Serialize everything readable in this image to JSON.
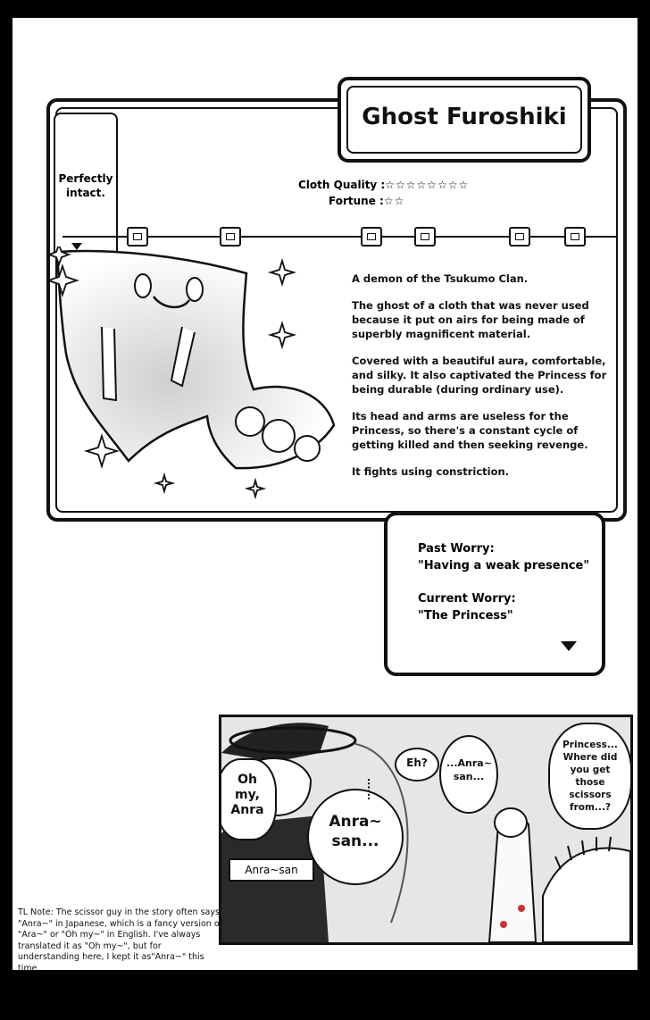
{
  "card": {
    "title": "Ghost Furoshiki",
    "tag_line1": "Perfectly",
    "tag_line2": "intact.",
    "cloth_quality_label": "Cloth Quality :",
    "cloth_quality_stars": "☆☆☆☆☆☆☆☆",
    "fortune_label": "Fortune :",
    "fortune_stars": "☆☆",
    "description": [
      "A demon of the Tsukumo Clan.",
      "The ghost of a cloth that was never used because it put on airs for being made of superbly magnificent material.",
      "Covered with a beautiful aura, comfortable, and silky. It also captivated the Princess for being durable (during ordinary use).",
      "Its head and arms are useless for the Princess, so there's a constant cycle of getting killed and then seeking revenge.",
      "It fights using constriction."
    ]
  },
  "worry": {
    "past_label": "Past Worry:",
    "past_value": "\"Having a weak presence\"",
    "current_label": "Current Worry:",
    "current_value": "\"The Princess\""
  },
  "panel": {
    "caption": "Anra~san",
    "bubble_oh_my": "Oh my, Anra",
    "bubble_eh": "Eh?",
    "bubble_anra_san_1": "...Anra~ san...",
    "bubble_dots": "......",
    "bubble_anra_san_2": "Anra~ san...",
    "bubble_princess": "Princess... Where did you get those scissors from...?"
  },
  "tl_note": "TL Note: The scissor guy in the story often says \"Anra~\" in Japanese, which is a fancy version of \"Ara~\" or \"Oh my~\" in English. I've always translated it as \"Oh my~\", but for understanding here, I kept it as\"Anra~\" this time."
}
